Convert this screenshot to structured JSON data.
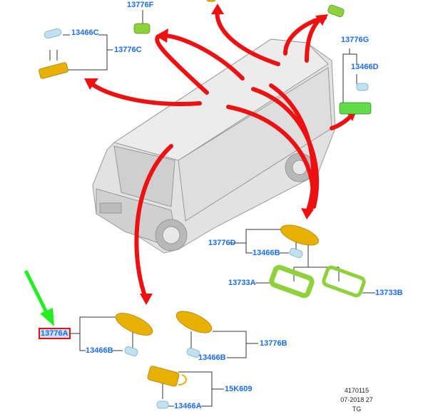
{
  "diagram": {
    "labels": {
      "p13776F": "13776F",
      "p13466C": "13466C",
      "p13776C": "13776C",
      "p13776G": "13776G",
      "p13466D": "13466D",
      "p13776D": "13776D",
      "p13466B_top": "13466B",
      "p13733A": "13733A",
      "p13733B": "13733B",
      "p13776A": "13776A",
      "p13466B_left": "13466B",
      "p13776B": "13776B",
      "p13466B_mid": "13466B",
      "p15K609": "15K609",
      "p13466A": "13466A"
    },
    "highlighted_part": "13776A",
    "footer": {
      "diagram_number": "4170115",
      "date_code": "07-2018 27",
      "region": "TG"
    }
  },
  "colors": {
    "label": "#1a6cf0",
    "arrow": "#ee1111",
    "pointer_arrow": "#22ee22",
    "lamp_yellow": "#e8b000",
    "lamp_green": "#8fd13a",
    "bulb_blue": "#bfe0f5",
    "van_gray": "#d8d8d8"
  }
}
